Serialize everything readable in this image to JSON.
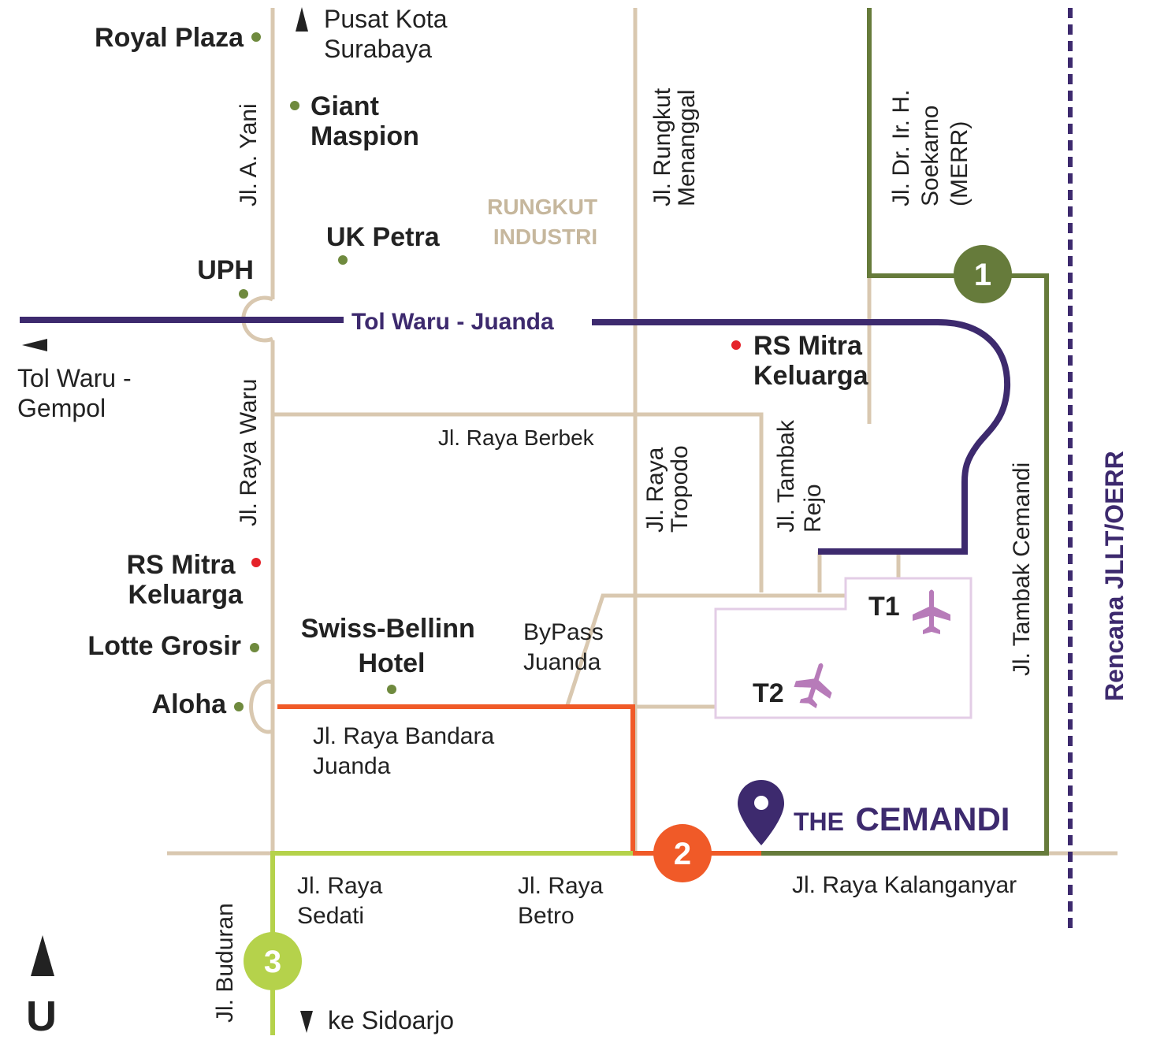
{
  "colors": {
    "road": "#d9c8b0",
    "toll": "#3d2a6e",
    "route1": "#667b3b",
    "route2": "#f05a28",
    "route3": "#b5d24b",
    "airport_box": "#e3cde6",
    "airplane": "#b77bb9",
    "poi": "#6f8a3e",
    "hospital": "#e5232a",
    "area_label": "#c6b79d",
    "brand": "#3d2a6e"
  },
  "north_top": "Pusat Kota Surabaya",
  "north_top_lines": [
    "Pusat Kota",
    "Surabaya"
  ],
  "south_bottom": "ke Sidoarjo",
  "west_toll_lines": [
    "Tol Waru -",
    "Gempol"
  ],
  "compass_letter": "U",
  "area_label_lines": [
    "RUNGKUT",
    "INDUSTRI"
  ],
  "toll_label": "Tol Waru - Juanda",
  "plan_label": "Rencana JLLT/OERR",
  "brand": {
    "prefix": "THE",
    "name": "CEMANDI",
    "pin_icon": "location-pin-icon"
  },
  "terminals": {
    "t1": "T1",
    "t2": "T2",
    "icon": "airplane-icon"
  },
  "route_markers": [
    "1",
    "2",
    "3"
  ],
  "roads": {
    "a_yani": "Jl. A. Yani",
    "raya_waru": "Jl. Raya Waru",
    "rungkut_lines": [
      "Jl. Rungkut",
      "Menanggal"
    ],
    "soekarno_lines": [
      "Jl. Dr. Ir. H.",
      "Soekarno",
      "(MERR)"
    ],
    "berbek": "Jl. Raya Berbek",
    "tropodo_lines": [
      "Jl. Raya",
      "Tropodo"
    ],
    "tambak_rejo_lines": [
      "Jl. Tambak",
      "Rejo"
    ],
    "tambak_cemandi": "Jl. Tambak Cemandi",
    "bypass_lines": [
      "ByPass",
      "Juanda"
    ],
    "bandara_lines": [
      "Jl. Raya Bandara",
      "Juanda"
    ],
    "sedati_lines": [
      "Jl. Raya",
      "Sedati"
    ],
    "betro_lines": [
      "Jl. Raya",
      "Betro"
    ],
    "kalanganyar": "Jl. Raya Kalanganyar",
    "buduran": "Jl. Buduran"
  },
  "landmarks": {
    "royal_plaza": "Royal Plaza",
    "giant_lines": [
      "Giant",
      "Maspion"
    ],
    "uk_petra": "UK Petra",
    "uph": "UPH",
    "rs_mitra_west_lines": [
      "RS Mitra",
      "Keluarga"
    ],
    "rs_mitra_east_lines": [
      "RS Mitra",
      "Keluarga"
    ],
    "lotte": "Lotte Grosir",
    "swiss_lines": [
      "Swiss-Bellinn",
      "Hotel"
    ],
    "aloha": "Aloha"
  }
}
